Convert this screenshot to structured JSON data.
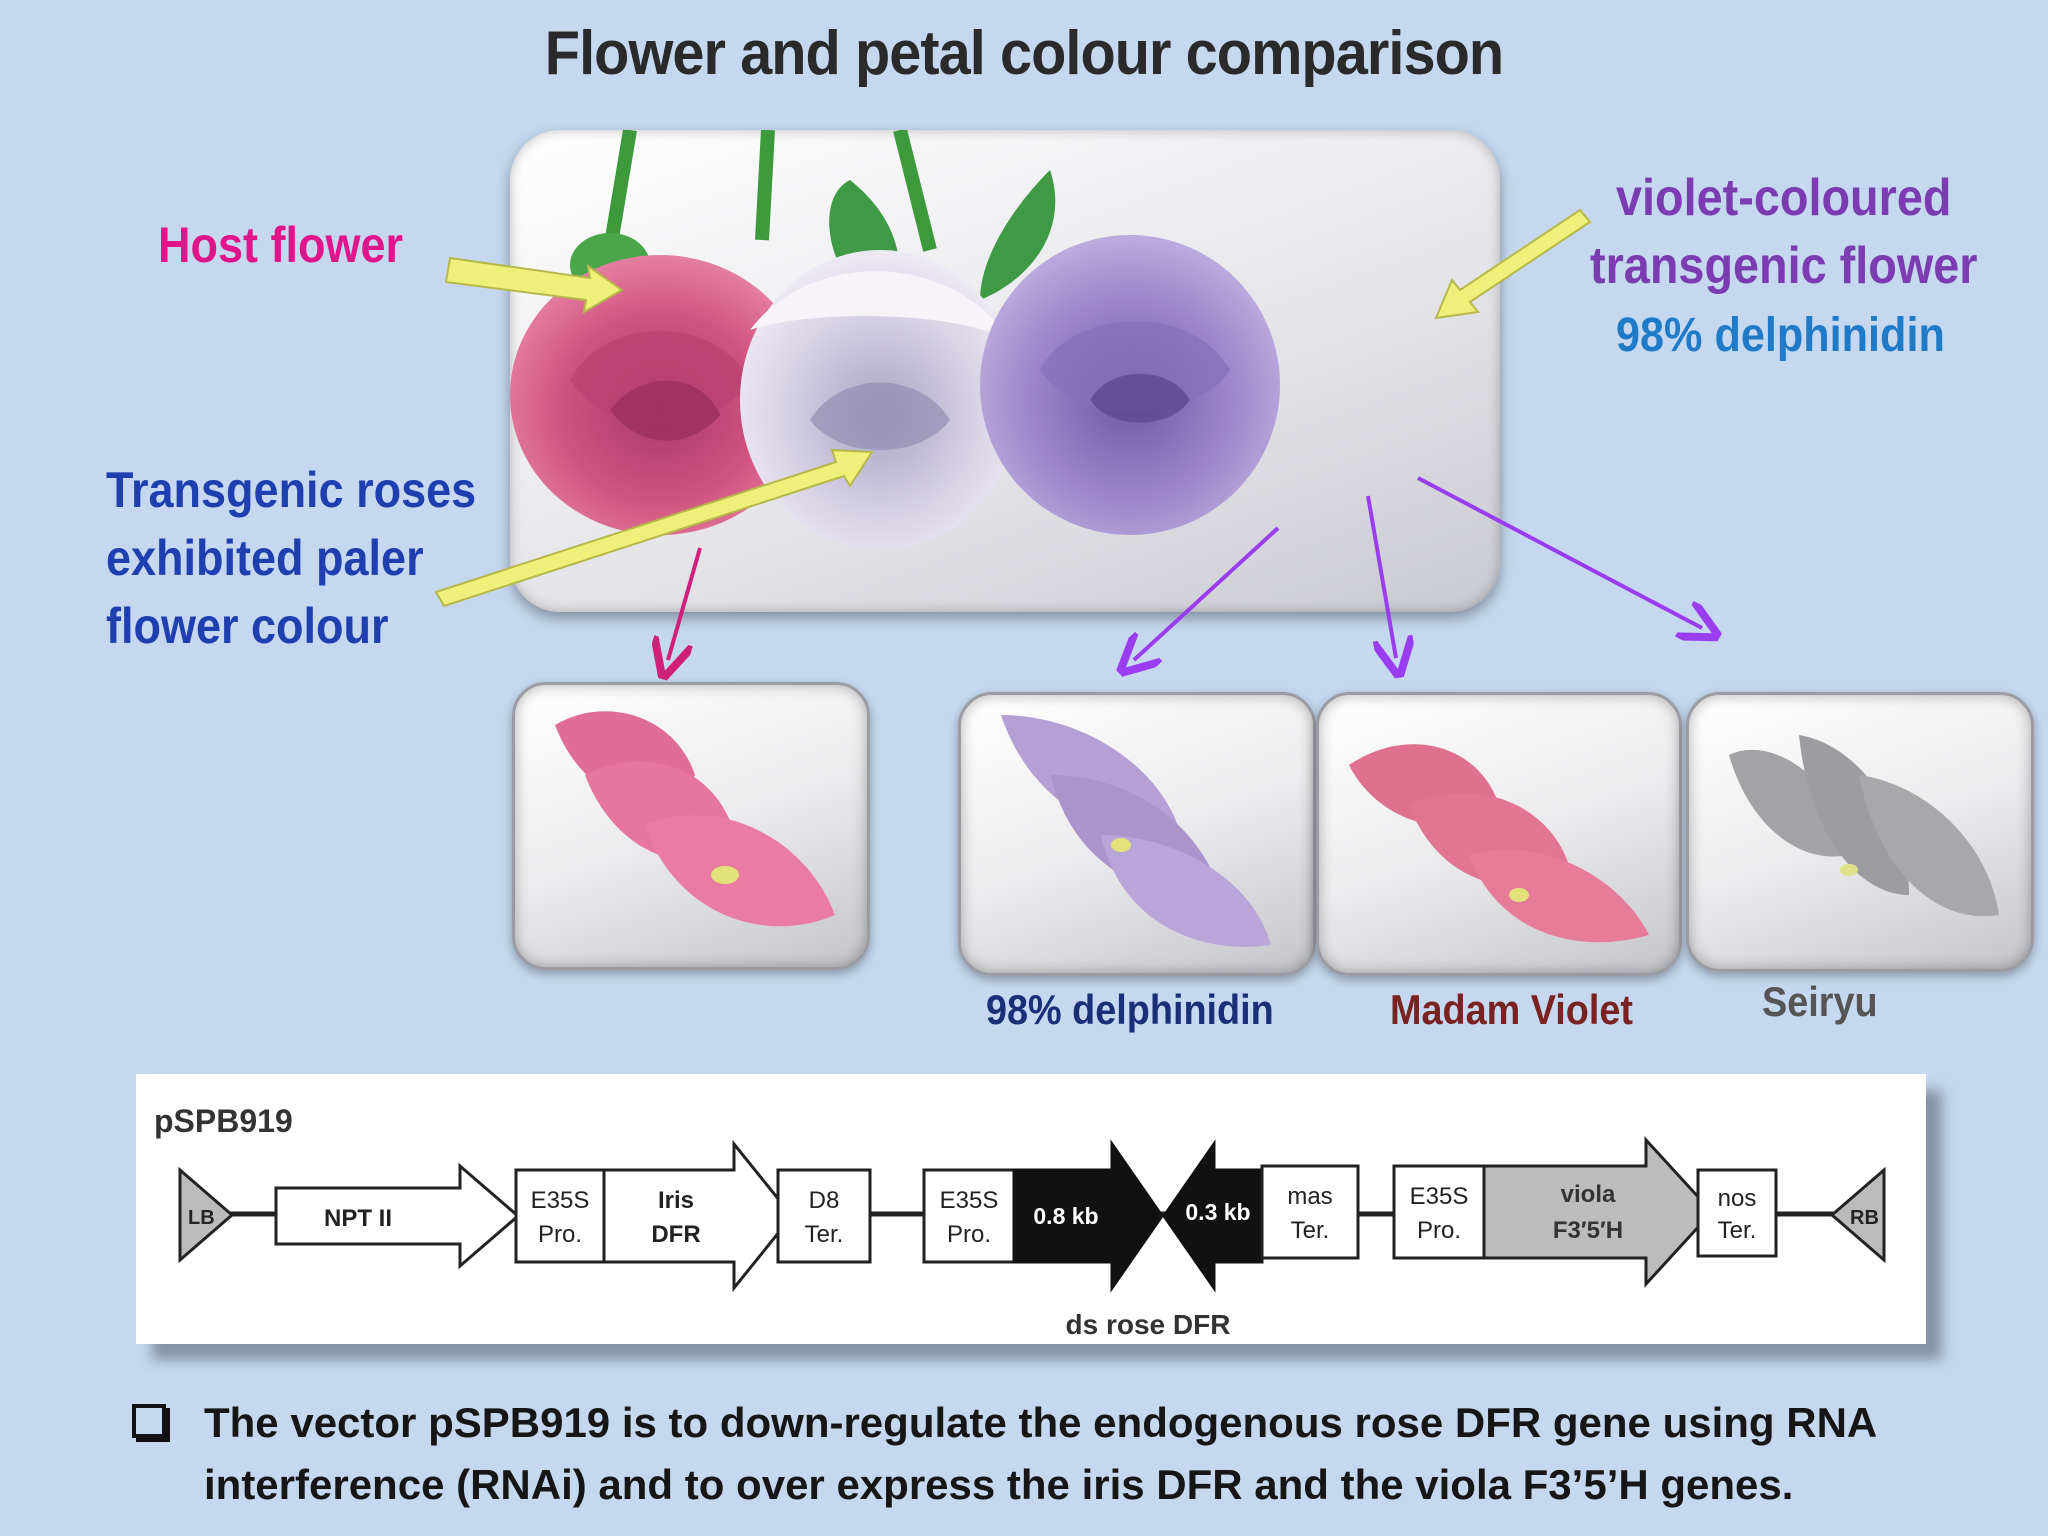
{
  "slide": {
    "title": "Flower and petal colour comparison",
    "labels": {
      "host_flower": "Host flower",
      "transgenic_line1": "Transgenic roses",
      "transgenic_line2": "exhibited paler",
      "transgenic_line3": "flower colour",
      "violet_line1": "violet-coloured",
      "violet_line2": "transgenic flower",
      "delphinidin_top": "98%  delphinidin"
    },
    "petal_captions": {
      "delphinidin": "98%  delphinidin",
      "madam_violet": "Madam Violet",
      "seiryu": "Seiryu"
    },
    "colors": {
      "host_label": "#e0158a",
      "transgenic_label": "#1f3fb0",
      "violet_label": "#7a3cb0",
      "delphinidin_label": "#1f7ac8",
      "pink_arrow": "#d0207c",
      "violet_arrow": "#9a3df0",
      "yellow_arrow": "#eef07a"
    }
  },
  "vector": {
    "name": "pSPB919",
    "lb": "LB",
    "rb": "RB",
    "npt": "NPT II",
    "e35s_1_line1": "E35S",
    "e35s_1_line2": "Pro.",
    "iris_line1": "Iris",
    "iris_line2": "DFR",
    "d8_line1": "D8",
    "d8_line2": "Ter.",
    "e35s_2_line1": "E35S",
    "e35s_2_line2": "Pro.",
    "kb08": "0.8 kb",
    "kb03": "0.3 kb",
    "mas_line1": "mas",
    "mas_line2": "Ter.",
    "e35s_3_line1": "E35S",
    "e35s_3_line2": "Pro.",
    "viola_line1": "viola",
    "viola_line2": "F3′5′H",
    "nos_line1": "nos",
    "nos_line2": "Ter.",
    "ds_rose": "ds rose DFR"
  },
  "bullet": {
    "line1": "The vector pSPB919 is to down-regulate the endogenous rose DFR gene using RNA",
    "line2": "interference (RNAi) and to over express the iris DFR and the viola F3’5’H genes."
  }
}
